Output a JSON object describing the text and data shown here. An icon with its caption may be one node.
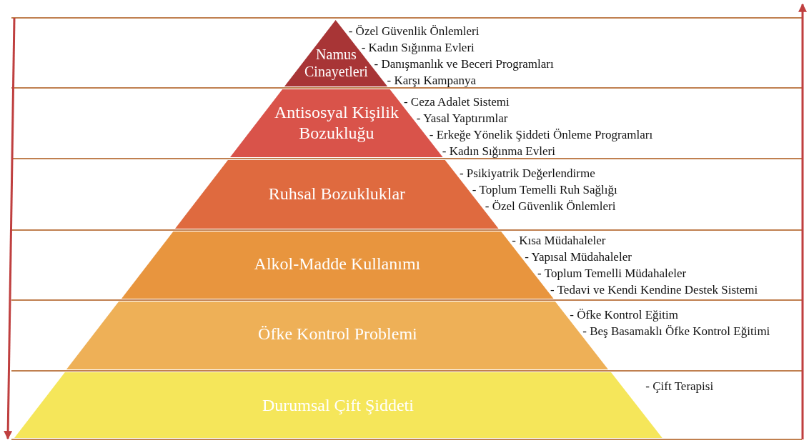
{
  "diagram": {
    "nodes": [
      {
        "text": [
          "Namus Cinayetleri"
        ],
        "beside": [
          "- Özel Güvenlik Önlemleri",
          "- Kadın Sığınma Evleri",
          "- Danışmanlık ve Beceri Programları",
          "- Karşı Kampanya"
        ]
      },
      {
        "text": [
          "Antisosyal Kişilik Bozukluğu"
        ],
        "beside": [
          "- Ceza Adalet Sistemi",
          "- Yasal Yaptırımlar",
          "- Erkeğe Yönelik Şiddeti Önleme Programları",
          "- Kadın Sığınma Evleri"
        ]
      },
      {
        "text": [
          "Ruhsal Bozukluklar"
        ],
        "beside": [
          "- Psikiyatrik Değerlendirme",
          "- Toplum Temelli Ruh Sağlığı",
          "- Özel Güvenlik Önlemleri"
        ]
      },
      {
        "text": [
          "Alkol-Madde Kullanımı"
        ],
        "beside": [
          "- Kısa Müdahaleler",
          "- Yapısal Müdahaleler",
          "- Toplum Temelli Müdahaleler",
          "- Tedavi ve Kendi Kendine Destek Sistemi"
        ]
      },
      {
        "text": [
          "Öfke Kontrol Problemi"
        ],
        "beside": [
          "- Öfke Kontrol Eğitim",
          "- Beş Basamaklı Öfke Kontrol Eğitimi"
        ]
      },
      {
        "text": [
          "Durumsal Çift Şiddeti"
        ],
        "beside": [
          "- Çift Terapisi"
        ]
      }
    ],
    "edges": []
  }
}
